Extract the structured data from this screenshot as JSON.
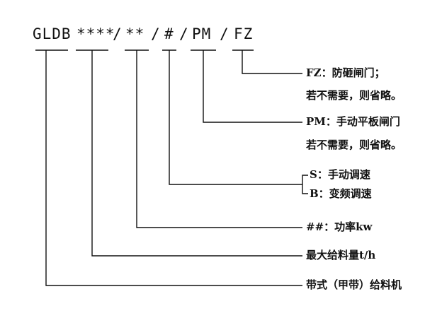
{
  "model_code": {
    "prefix": "GLDB",
    "capacity": "****",
    "power": "**",
    "speed": "#",
    "plate_gate": "PM",
    "anti_gate": "FZ",
    "separator": "/"
  },
  "descriptions": {
    "fz_line1": "FZ：防砸闸门；",
    "fz_line2": "若不需要，则省略。",
    "pm_line1": "PM：手动平板闸门",
    "pm_line2": "若不需要，则省略。",
    "speed_s": "S：手动调速",
    "speed_b": "B：变频调速",
    "power": "##：功率kw",
    "capacity": "最大给料量t/h",
    "type": "带式（甲带）给料机"
  }
}
